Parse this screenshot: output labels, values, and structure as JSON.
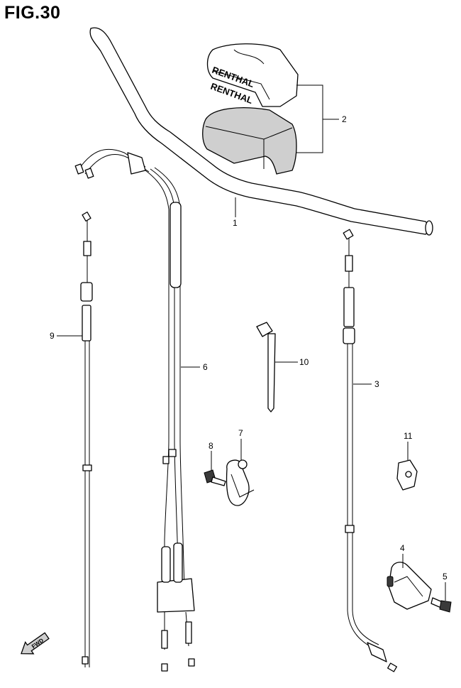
{
  "figure": {
    "title": "FIG.30"
  },
  "callouts": [
    {
      "id": "1",
      "label": "1"
    },
    {
      "id": "2",
      "label": "2"
    },
    {
      "id": "3",
      "label": "3"
    },
    {
      "id": "4",
      "label": "4"
    },
    {
      "id": "5",
      "label": "5"
    },
    {
      "id": "6",
      "label": "6"
    },
    {
      "id": "7",
      "label": "7"
    },
    {
      "id": "8",
      "label": "8"
    },
    {
      "id": "9",
      "label": "9"
    },
    {
      "id": "10",
      "label": "10"
    },
    {
      "id": "11",
      "label": "11"
    }
  ],
  "pad_brand": "RENTHAL",
  "direction_marker": "FWD",
  "icons": [
    "fwd-arrow-icon"
  ]
}
